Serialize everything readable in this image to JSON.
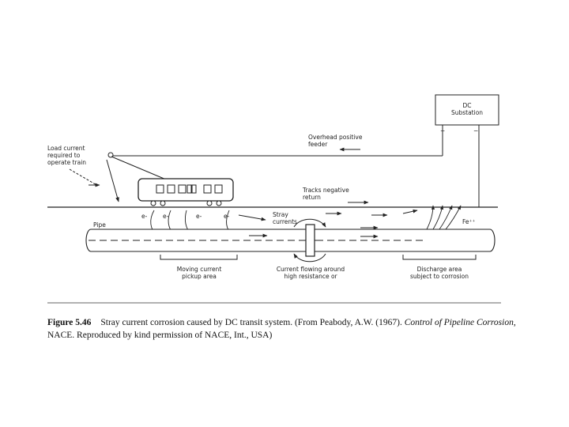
{
  "diagram": {
    "substation": "DC\nSubstation",
    "plus_sign": "+",
    "minus_sign": "−",
    "load_current": "Load current\nrequired to\noperate train",
    "overhead_feeder": "Overhead positive\nfeeder",
    "tracks_return": "Tracks negative\nreturn",
    "stray_currents": "Stray\ncurrents",
    "pipe": "Pipe",
    "fe_ion": "Fe⁺⁺",
    "electron_label": "e-",
    "moving_pickup": "Moving current\npickup area",
    "current_around": "Current flowing around\nhigh resistance or",
    "discharge_area": "Discharge area\nsubject to corrosion"
  },
  "caption": {
    "figure_number": "Figure 5.46",
    "text_1": "Stray current corrosion caused by DC transit system. (From Peabody, A.W. (1967). ",
    "italic_1": "Control of Pipeline Corrosion",
    "text_2": ", NACE. Reproduced by kind permission of NACE, Int., USA)"
  }
}
